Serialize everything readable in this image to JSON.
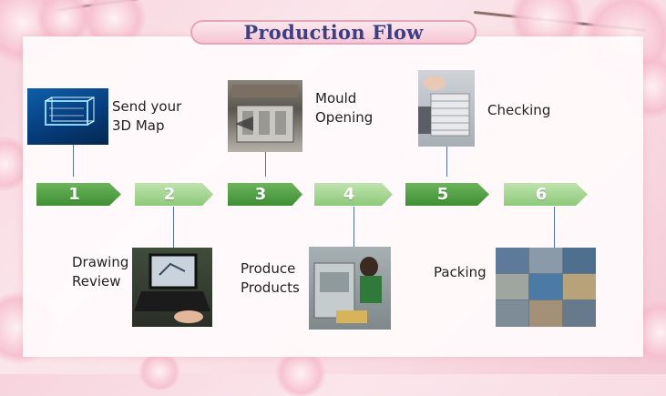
{
  "title": "Production Flow",
  "colors": {
    "title_text": "#3d3f85",
    "arrow_dark": "#3f8f35",
    "arrow_light": "#8ec97a",
    "connector": "#4f73a8",
    "background_pink": "#f7d4de"
  },
  "steps": [
    {
      "number": "1",
      "label_line1": "Send your",
      "label_line2": "3D Map",
      "photo": "3d-model-photo"
    },
    {
      "number": "2",
      "label_line1": "Drawing",
      "label_line2": "Review",
      "photo": "laptop-drawing-photo"
    },
    {
      "number": "3",
      "label_line1": "Mould",
      "label_line2": "Opening",
      "photo": "mould-photo"
    },
    {
      "number": "4",
      "label_line1": "Produce",
      "label_line2": "Products",
      "photo": "production-machine-photo"
    },
    {
      "number": "5",
      "label_line1": "Checking",
      "label_line2": "",
      "photo": "checking-photo"
    },
    {
      "number": "6",
      "label_line1": "Packing",
      "label_line2": "",
      "photo": "packing-photo"
    }
  ]
}
